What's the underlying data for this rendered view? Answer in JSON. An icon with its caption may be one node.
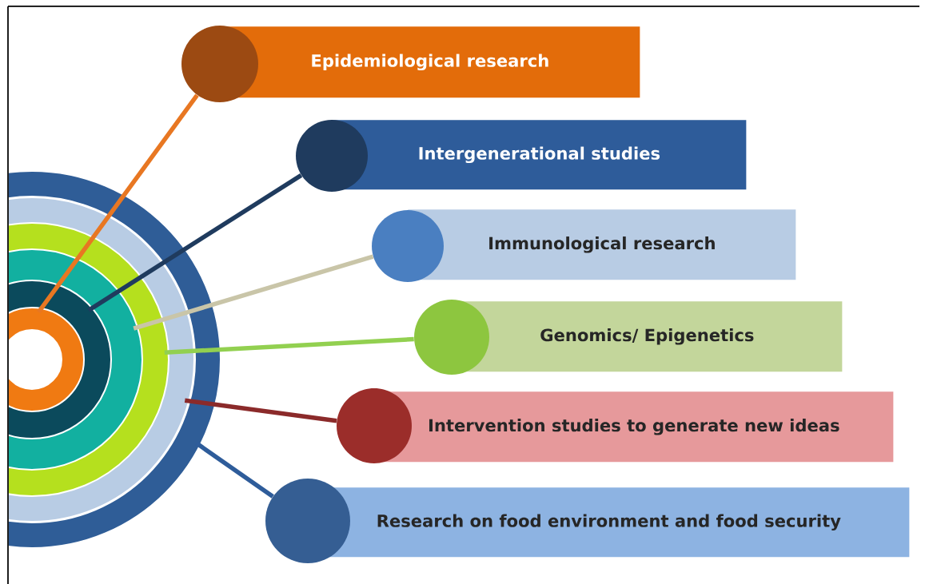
{
  "diagram": {
    "nodes": [
      {
        "text": [],
        "shape": "circle"
      },
      {
        "text": [],
        "shape": "circle",
        "in": 0
      },
      {
        "text": [],
        "shape": "circle",
        "in": 1
      },
      {
        "text": [],
        "shape": "circle",
        "in": 2
      },
      {
        "text": [],
        "shape": "circle",
        "in": 3
      },
      {
        "text": [],
        "shape": "circle",
        "in": 4
      },
      {
        "text": [],
        "shape": "circle"
      },
      {
        "text": [
          "Epidemiological research"
        ]
      },
      {
        "text": [],
        "shape": "circle"
      },
      {
        "text": [
          "Intergenerational studies"
        ]
      },
      {
        "text": [],
        "shape": "circle"
      },
      {
        "text": [
          "Immunological research"
        ]
      },
      {
        "text": [],
        "shape": "circle"
      },
      {
        "text": [
          "Genomics/ Epigenetics"
        ]
      },
      {
        "text": [],
        "shape": "circle"
      },
      {
        "text": [
          "Intervention studies to generate new ideas"
        ]
      },
      {
        "text": [],
        "shape": "circle"
      },
      {
        "text": [
          "Research on food environment and food security"
        ]
      }
    ],
    "edges": [
      {
        "from": 5,
        "to": 6,
        "arrow": "none",
        "color": "#e87722"
      },
      {
        "from": 4,
        "to": 8,
        "arrow": "none",
        "color": "#1f3b5e"
      },
      {
        "from": 3,
        "to": 10,
        "arrow": "none",
        "color": "#c9c5a8"
      },
      {
        "from": 2,
        "to": 12,
        "arrow": "none",
        "color": "#92d050"
      },
      {
        "from": 1,
        "to": 14,
        "arrow": "none",
        "color": "#8b2a2a"
      },
      {
        "from": 0,
        "to": 16,
        "arrow": "none",
        "color": "#2e5c9a"
      }
    ]
  }
}
